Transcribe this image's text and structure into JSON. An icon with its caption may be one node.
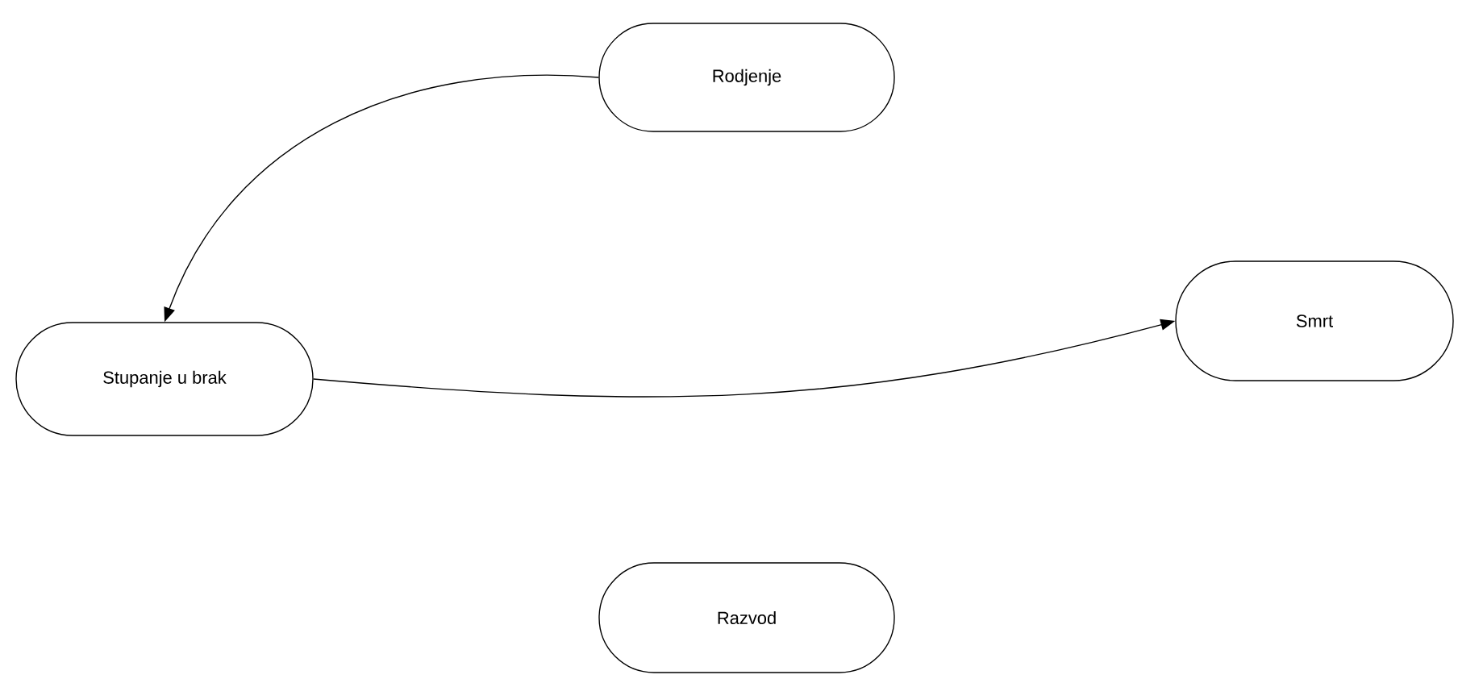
{
  "diagram": {
    "nodes": [
      {
        "text": [
          "Rodjenje"
        ]
      },
      {
        "text": [
          "Stupanje u brak"
        ]
      },
      {
        "text": [
          "Smrt"
        ]
      },
      {
        "text": [
          "Razvod"
        ]
      }
    ],
    "edges": [
      {
        "from": 0,
        "to": 1,
        "arrow": "to"
      },
      {
        "from": 1,
        "to": 2,
        "arrow": "to"
      }
    ]
  }
}
